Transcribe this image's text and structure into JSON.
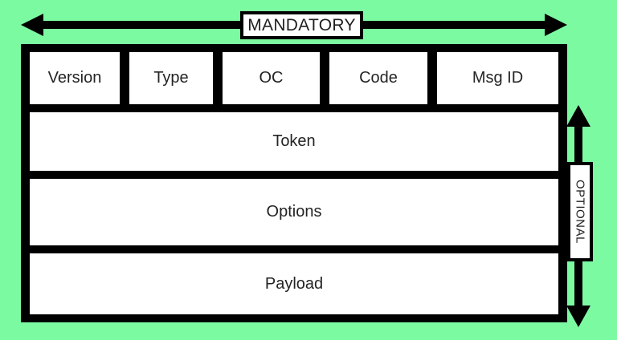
{
  "diagram": {
    "title_semantic": "coap-message-format",
    "mandatory_label": "MANDATORY",
    "optional_label": "OPTIONAL",
    "header_fields": [
      "Version",
      "Type",
      "OC",
      "Code",
      "Msg ID"
    ],
    "body_fields": [
      "Token",
      "Options",
      "Payload"
    ]
  },
  "colors": {
    "background": "#7CFAA2",
    "line": "#000000",
    "box_fill": "#FFFFFF",
    "text": "#1F1F1F"
  }
}
